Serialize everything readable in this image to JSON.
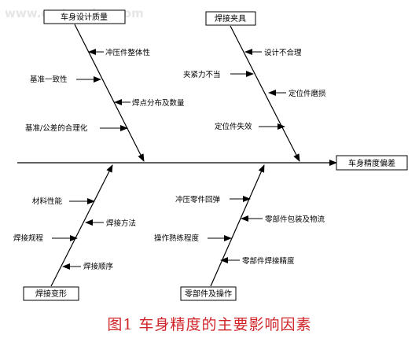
{
  "watermark": "www.cartoonker.com",
  "effect": "车身精度偏差",
  "categories": {
    "body_design_quality": "车身设计质量",
    "welding_fixture": "焊接夹具",
    "welding_deformation": "焊接变形",
    "parts_and_operation": "零部件及操作"
  },
  "causes": {
    "stamping_integrity": "冲压件整体性",
    "datum_consistency": "基准一致性",
    "weld_distribution": "焊点分布及数量",
    "datum_tolerance": "基准/公差的合理化",
    "design_unreasonable": "设计不合理",
    "clamping_force": "夹紧力不当",
    "locator_wear": "定位件磨损",
    "locator_failure": "定位件失效",
    "material_properties": "材料性能",
    "welding_method": "焊接方法",
    "welding_process": "焊接规程",
    "welding_sequence": "焊接顺序",
    "stamping_rebound": "冲压零件回弹",
    "packaging_logistics": "零部件包装及物流",
    "operation_skill": "操作熟练程度",
    "parts_weld_accuracy": "零部件焊接精度"
  },
  "caption": "图1    车身精度的主要影响因素"
}
